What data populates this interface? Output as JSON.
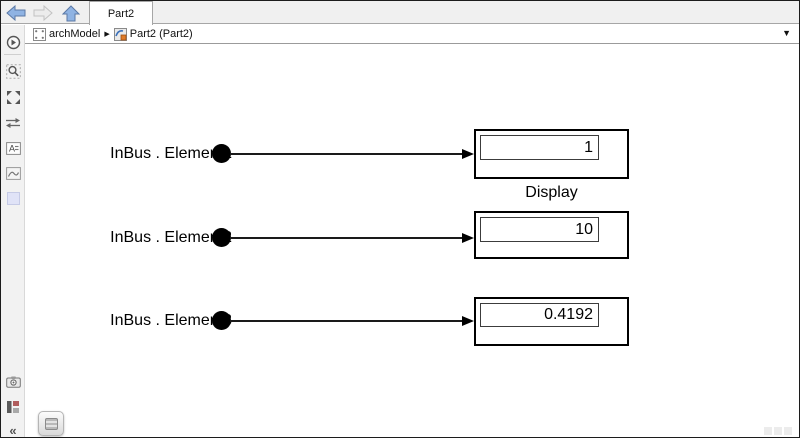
{
  "tab_bar": {
    "tab_label": "Part2",
    "icons": [
      "back-arrow-icon",
      "forward-arrow-icon",
      "up-to-parent-icon"
    ]
  },
  "breadcrumb": {
    "root_label": "archModel",
    "root_icon": "architecture-model-icon",
    "separator_glyph": "▶",
    "current_label": "Part2 (Part2)",
    "current_icon": "component-icon",
    "dropdown_glyph": "▼"
  },
  "sidebar": {
    "top_icons": [
      "hide-explorer-bar-icon",
      "zoom-selection-icon",
      "fit-to-view-icon",
      "route-arrows-icon",
      "annotation-icon",
      "image-icon",
      "viewmark-icon"
    ],
    "bottom_icons": [
      "camera-icon",
      "model-legend-icon",
      "collapse-icon"
    ],
    "collapse_glyph": "«"
  },
  "canvas": {
    "rows": [
      {
        "source": "InBus . Element1",
        "value": "1"
      },
      {
        "source": "InBus . Element2",
        "value": "10"
      },
      {
        "source": "InBus . Element3",
        "value": "0.4192"
      }
    ],
    "display_caption": "Display"
  },
  "colors": {
    "nav_arrow_blue": "#8fb3e3",
    "nav_arrow_disabled": "#ececec",
    "viewmark_lavender": "#e0e3f7",
    "block_border": "#000000",
    "canvas_background": "#ffffff",
    "chrome_background": "#f0f0f0"
  }
}
